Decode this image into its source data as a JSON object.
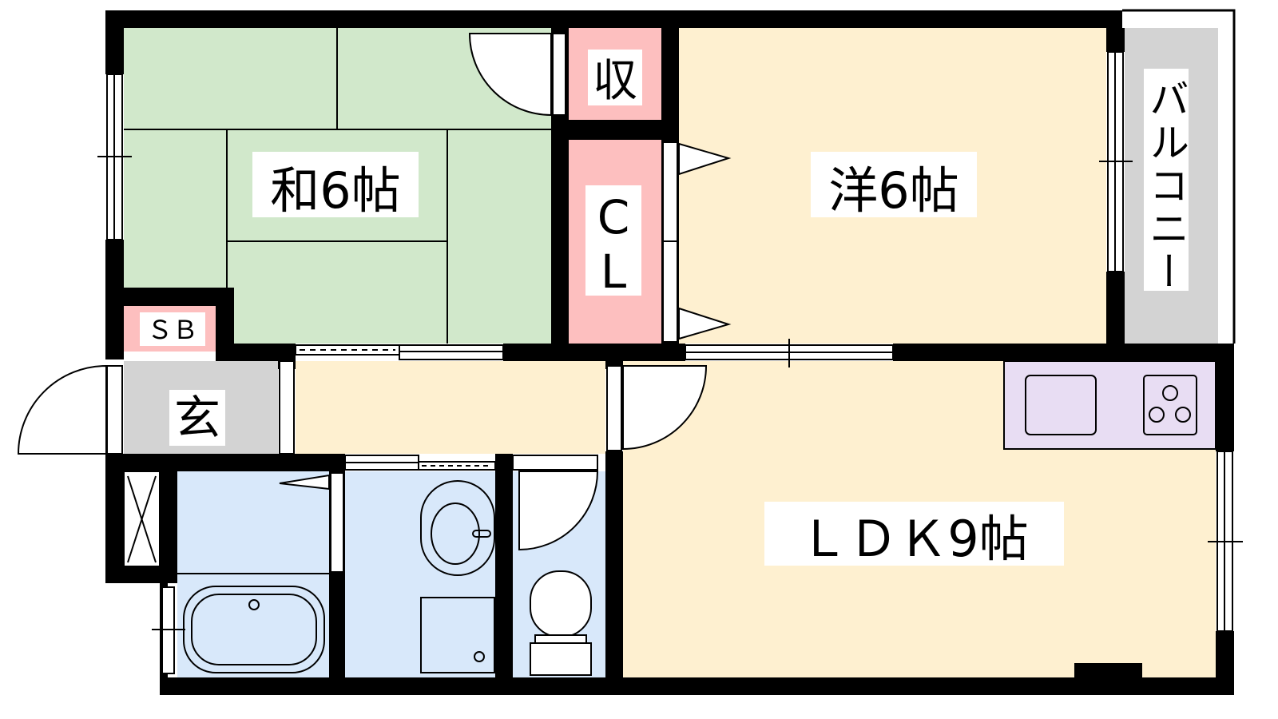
{
  "rooms": {
    "japanese": {
      "label": "和6帖",
      "color": "#d1e8cb"
    },
    "western": {
      "label": "洋6帖",
      "color": "#fef0d0"
    },
    "ldk": {
      "label": "ＬＤＫ9帖",
      "color": "#fef0d0"
    },
    "storage": {
      "label": "収",
      "color": "#fdbfbf"
    },
    "closet": {
      "label_c": "C",
      "label_l": "L",
      "color": "#fdbfbf"
    },
    "shoe_box": {
      "label": "ＳＢ",
      "color": "#fdbfbf"
    },
    "entrance": {
      "label": "玄",
      "color": "#d3d3d3"
    },
    "balcony": {
      "label": "バルコニー",
      "color": "#d3d3d3"
    },
    "wet_area_color": "#d8e8fa",
    "kitchen_color": "#e8ddf3"
  }
}
